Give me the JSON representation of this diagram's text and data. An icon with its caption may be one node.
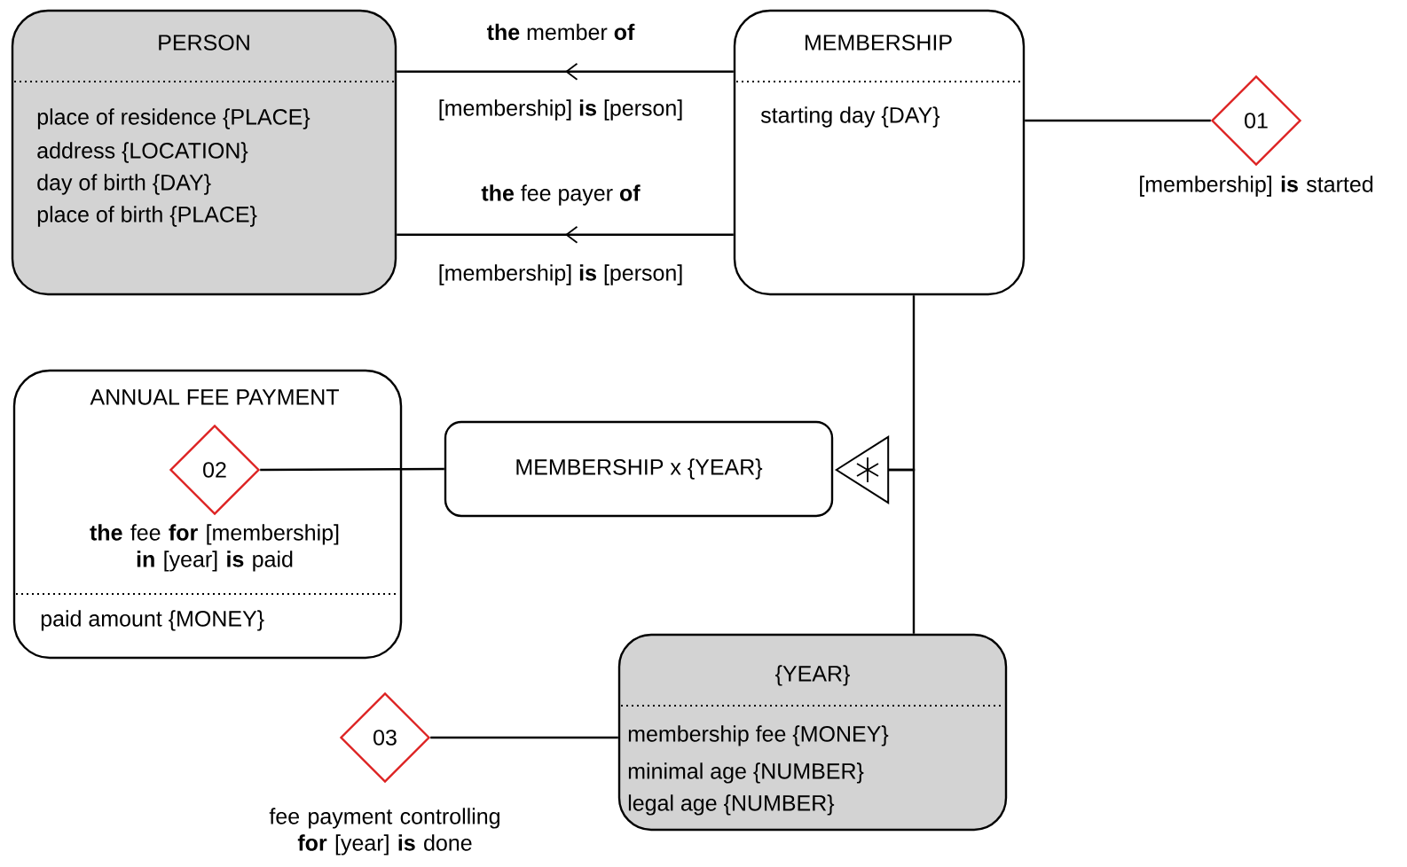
{
  "diagram": {
    "nodes": [
      {
        "text": [
          "PERSON",
          "place of residence {PLACE}",
          "address {LOCATION}",
          "day of birth {DAY}",
          "place of birth {PLACE}"
        ]
      },
      {
        "text": [
          "MEMBERSHIP",
          "starting day {DAY}"
        ]
      },
      {
        "text": [
          "01"
        ],
        "beside": [
          "[membership] **is** started"
        ]
      },
      {
        "text": [
          "ANNUAL FEE PAYMENT",
          "paid amount {MONEY}"
        ]
      },
      {
        "text": [
          "02"
        ],
        "in": 3,
        "beside": [
          "**the** fee **for** [membership] **in** [year] **is** paid"
        ]
      },
      {
        "text": [
          "MEMBERSHIP x {YEAR}"
        ]
      },
      {
        "text": [
          "{YEAR}",
          "membership fee {MONEY}",
          "minimal age {NUMBER}",
          "legal age {NUMBER}"
        ]
      },
      {
        "text": [
          "03"
        ],
        "beside": [
          "fee payment controlling **for** [year] **is** done"
        ]
      },
      {
        "text": [],
        "shape": "triangle"
      }
    ],
    "edges": [
      {
        "from": 1,
        "to": 0,
        "arrow": "to",
        "label": "**the** member **of**"
      },
      {
        "from": 1,
        "to": 0,
        "arrow": "to",
        "label": "**the** fee payer **of**"
      },
      {
        "from": 1,
        "to": 2,
        "arrow": "none"
      },
      {
        "from": 4,
        "to": 5,
        "arrow": "none"
      },
      {
        "from": 1,
        "to": 8,
        "arrow": "none"
      },
      {
        "from": 6,
        "to": 8,
        "arrow": "none"
      },
      {
        "from": 7,
        "to": 6,
        "arrow": "none"
      }
    ],
    "labels": [
      "[membership] **is** [person]",
      "[membership] **is** [person]"
    ]
  }
}
